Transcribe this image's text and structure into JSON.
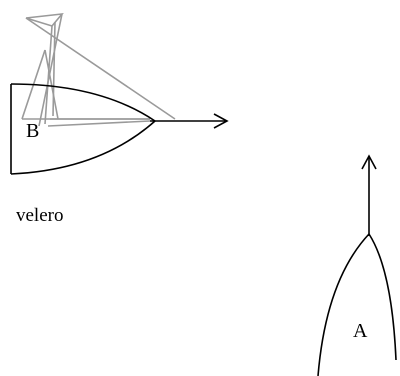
{
  "labels": {
    "point_b": "B",
    "point_a": "A",
    "caption": "velero"
  },
  "colors": {
    "hull": "#000000",
    "arrow": "#000000",
    "rigging": "#9a9a9a",
    "background": "#ffffff"
  }
}
